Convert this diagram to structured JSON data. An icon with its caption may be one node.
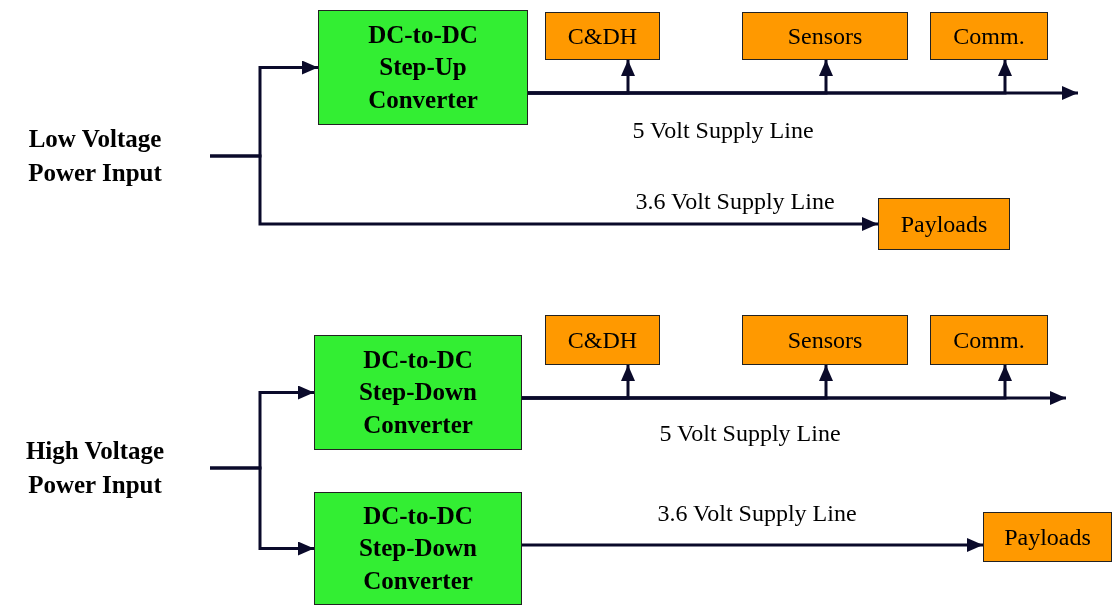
{
  "diagram": {
    "nodes": [
      {
        "text": [
          "Low Voltage Power Input"
        ]
      },
      {
        "text": [
          "DC-to-DC Step-Up Converter"
        ]
      },
      {
        "text": [
          "C&DH"
        ]
      },
      {
        "text": [
          "Sensors"
        ]
      },
      {
        "text": [
          "Comm."
        ]
      },
      {
        "text": [
          "Payloads"
        ]
      },
      {
        "text": [
          "High Voltage Power Input"
        ]
      },
      {
        "text": [
          "DC-to-DC Step-Down Converter"
        ]
      },
      {
        "text": [
          "C&DH"
        ]
      },
      {
        "text": [
          "Sensors"
        ]
      },
      {
        "text": [
          "Comm."
        ]
      },
      {
        "text": [
          "DC-to-DC Step-Down Converter"
        ]
      },
      {
        "text": [
          "Payloads"
        ]
      }
    ],
    "edges": [
      {
        "from": 0,
        "to": 1,
        "arrow": "to"
      },
      {
        "from": 0,
        "to": 5,
        "arrow": "to",
        "label": "3.6 Volt Supply Line"
      },
      {
        "from": 1,
        "to": 2,
        "arrow": "to"
      },
      {
        "from": 1,
        "to": 3,
        "arrow": "to"
      },
      {
        "from": 1,
        "to": 4,
        "arrow": "to"
      },
      {
        "from": 1,
        "to": null,
        "arrow": "to",
        "label": "5 Volt Supply Line"
      },
      {
        "from": 6,
        "to": 7,
        "arrow": "to"
      },
      {
        "from": 6,
        "to": 11,
        "arrow": "to"
      },
      {
        "from": 7,
        "to": 8,
        "arrow": "to"
      },
      {
        "from": 7,
        "to": 9,
        "arrow": "to"
      },
      {
        "from": 7,
        "to": 10,
        "arrow": "to"
      },
      {
        "from": 7,
        "to": null,
        "arrow": "to",
        "label": "5 Volt Supply Line"
      },
      {
        "from": 11,
        "to": 12,
        "arrow": "to",
        "label": "3.6 Volt Supply Line"
      }
    ]
  }
}
